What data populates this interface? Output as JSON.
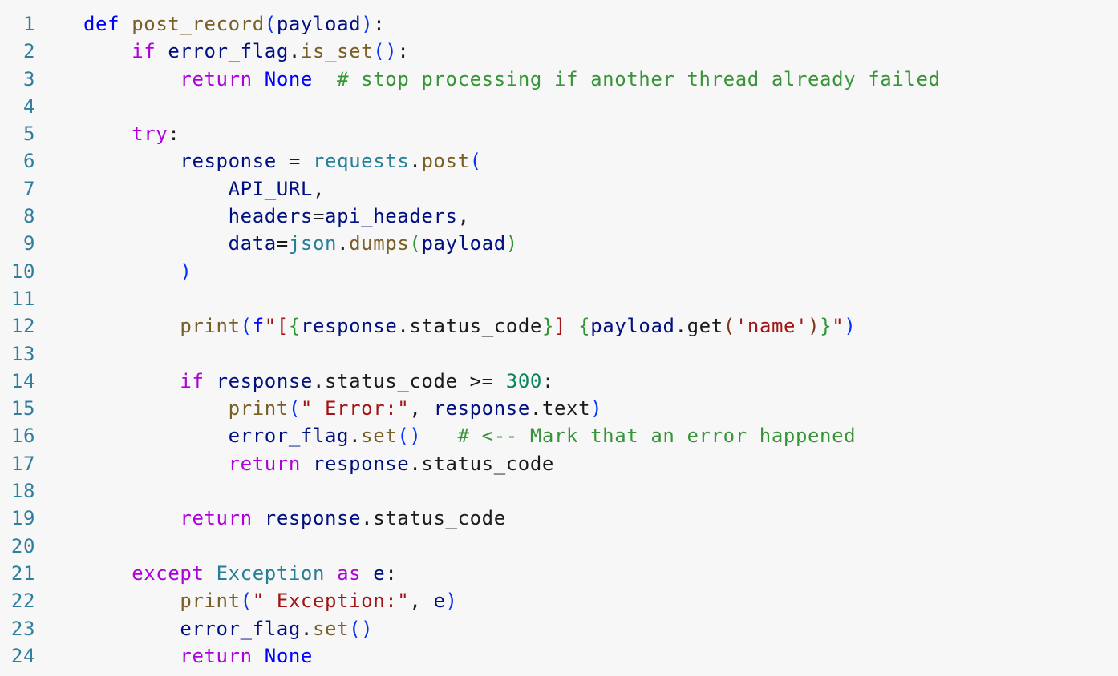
{
  "editor": {
    "language_visible_style": "python-code-snippet",
    "background_color": "#f7f7f7",
    "line_number_color": "#2f7e9d",
    "default_text_color": "#1b1b1b"
  },
  "colors": {
    "pl": "#1b1b1b",
    "kw": "#af00db",
    "blue": "#0000ff",
    "fn": "#795e26",
    "var": "#001080",
    "ns": "#267f99",
    "cls": "#267f99",
    "str": "#a31515",
    "num": "#098658",
    "com": "#389438",
    "b1": "#0431fa",
    "b2": "#319331",
    "b3": "#7b3814"
  },
  "code": {
    "lines": [
      {
        "num": "1",
        "tokens": [
          [
            "def",
            "blue"
          ],
          [
            " ",
            "pl"
          ],
          [
            "post_record",
            "fn"
          ],
          [
            "(",
            "b1"
          ],
          [
            "payload",
            "var"
          ],
          [
            ")",
            "b1"
          ],
          [
            ":",
            "pl"
          ]
        ]
      },
      {
        "num": "2",
        "tokens": [
          [
            "    ",
            "pl"
          ],
          [
            "if",
            "kw"
          ],
          [
            " ",
            "pl"
          ],
          [
            "error_flag",
            "var"
          ],
          [
            ".",
            "pl"
          ],
          [
            "is_set",
            "fn"
          ],
          [
            "()",
            "b1"
          ],
          [
            ":",
            "pl"
          ]
        ]
      },
      {
        "num": "3",
        "tokens": [
          [
            "        ",
            "pl"
          ],
          [
            "return",
            "kw"
          ],
          [
            " ",
            "pl"
          ],
          [
            "None",
            "blue"
          ],
          [
            "  ",
            "pl"
          ],
          [
            "# stop processing if another thread already failed",
            "com"
          ]
        ]
      },
      {
        "num": "4",
        "tokens": []
      },
      {
        "num": "5",
        "tokens": [
          [
            "    ",
            "pl"
          ],
          [
            "try",
            "kw"
          ],
          [
            ":",
            "pl"
          ]
        ]
      },
      {
        "num": "6",
        "tokens": [
          [
            "        ",
            "pl"
          ],
          [
            "response",
            "var"
          ],
          [
            " = ",
            "pl"
          ],
          [
            "requests",
            "ns"
          ],
          [
            ".",
            "pl"
          ],
          [
            "post",
            "fn"
          ],
          [
            "(",
            "b1"
          ]
        ]
      },
      {
        "num": "7",
        "tokens": [
          [
            "            ",
            "pl"
          ],
          [
            "API_URL",
            "var"
          ],
          [
            ",",
            "pl"
          ]
        ]
      },
      {
        "num": "8",
        "tokens": [
          [
            "            ",
            "pl"
          ],
          [
            "headers",
            "var"
          ],
          [
            "=",
            "pl"
          ],
          [
            "api_headers",
            "var"
          ],
          [
            ",",
            "pl"
          ]
        ]
      },
      {
        "num": "9",
        "tokens": [
          [
            "            ",
            "pl"
          ],
          [
            "data",
            "var"
          ],
          [
            "=",
            "pl"
          ],
          [
            "json",
            "ns"
          ],
          [
            ".",
            "pl"
          ],
          [
            "dumps",
            "fn"
          ],
          [
            "(",
            "b2"
          ],
          [
            "payload",
            "var"
          ],
          [
            ")",
            "b2"
          ]
        ]
      },
      {
        "num": "10",
        "tokens": [
          [
            "        ",
            "pl"
          ],
          [
            ")",
            "b1"
          ]
        ]
      },
      {
        "num": "11",
        "tokens": []
      },
      {
        "num": "12",
        "tokens": [
          [
            "        ",
            "pl"
          ],
          [
            "print",
            "fn"
          ],
          [
            "(",
            "b1"
          ],
          [
            "f",
            "blue"
          ],
          [
            "\"",
            "str"
          ],
          [
            "[",
            "str"
          ],
          [
            "{",
            "b2"
          ],
          [
            "response",
            "var"
          ],
          [
            ".status_code",
            "pl"
          ],
          [
            "}",
            "b2"
          ],
          [
            "]",
            "str"
          ],
          [
            " ",
            "str"
          ],
          [
            "{",
            "b2"
          ],
          [
            "payload",
            "var"
          ],
          [
            ".get",
            "pl"
          ],
          [
            "(",
            "b3"
          ],
          [
            "'name'",
            "str"
          ],
          [
            ")",
            "b3"
          ],
          [
            "}",
            "b2"
          ],
          [
            "\"",
            "str"
          ],
          [
            ")",
            "b1"
          ]
        ]
      },
      {
        "num": "13",
        "tokens": []
      },
      {
        "num": "14",
        "tokens": [
          [
            "        ",
            "pl"
          ],
          [
            "if",
            "kw"
          ],
          [
            " ",
            "pl"
          ],
          [
            "response",
            "var"
          ],
          [
            ".status_code",
            "pl"
          ],
          [
            " >= ",
            "pl"
          ],
          [
            "300",
            "num"
          ],
          [
            ":",
            "pl"
          ]
        ]
      },
      {
        "num": "15",
        "tokens": [
          [
            "            ",
            "pl"
          ],
          [
            "print",
            "fn"
          ],
          [
            "(",
            "b1"
          ],
          [
            "\" Error:\"",
            "str"
          ],
          [
            ", ",
            "pl"
          ],
          [
            "response",
            "var"
          ],
          [
            ".text",
            "pl"
          ],
          [
            ")",
            "b1"
          ]
        ]
      },
      {
        "num": "16",
        "tokens": [
          [
            "            ",
            "pl"
          ],
          [
            "error_flag",
            "var"
          ],
          [
            ".",
            "pl"
          ],
          [
            "set",
            "fn"
          ],
          [
            "()",
            "b1"
          ],
          [
            "   ",
            "pl"
          ],
          [
            "# <-- Mark that an error happened",
            "com"
          ]
        ]
      },
      {
        "num": "17",
        "tokens": [
          [
            "            ",
            "pl"
          ],
          [
            "return",
            "kw"
          ],
          [
            " ",
            "pl"
          ],
          [
            "response",
            "var"
          ],
          [
            ".status_code",
            "pl"
          ]
        ]
      },
      {
        "num": "18",
        "tokens": []
      },
      {
        "num": "19",
        "tokens": [
          [
            "        ",
            "pl"
          ],
          [
            "return",
            "kw"
          ],
          [
            " ",
            "pl"
          ],
          [
            "response",
            "var"
          ],
          [
            ".status_code",
            "pl"
          ]
        ]
      },
      {
        "num": "20",
        "tokens": []
      },
      {
        "num": "21",
        "tokens": [
          [
            "    ",
            "pl"
          ],
          [
            "except",
            "kw"
          ],
          [
            " ",
            "pl"
          ],
          [
            "Exception",
            "cls"
          ],
          [
            " ",
            "pl"
          ],
          [
            "as",
            "kw"
          ],
          [
            " ",
            "pl"
          ],
          [
            "e",
            "var"
          ],
          [
            ":",
            "pl"
          ]
        ]
      },
      {
        "num": "22",
        "tokens": [
          [
            "        ",
            "pl"
          ],
          [
            "print",
            "fn"
          ],
          [
            "(",
            "b1"
          ],
          [
            "\" Exception:\"",
            "str"
          ],
          [
            ", ",
            "pl"
          ],
          [
            "e",
            "var"
          ],
          [
            ")",
            "b1"
          ]
        ]
      },
      {
        "num": "23",
        "tokens": [
          [
            "        ",
            "pl"
          ],
          [
            "error_flag",
            "var"
          ],
          [
            ".",
            "pl"
          ],
          [
            "set",
            "fn"
          ],
          [
            "()",
            "b1"
          ]
        ]
      },
      {
        "num": "24",
        "tokens": [
          [
            "        ",
            "pl"
          ],
          [
            "return",
            "kw"
          ],
          [
            " ",
            "pl"
          ],
          [
            "None",
            "blue"
          ]
        ]
      }
    ]
  }
}
